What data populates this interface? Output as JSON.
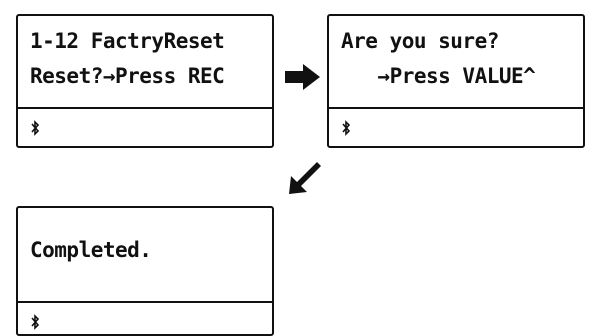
{
  "screens": [
    {
      "name": "factory-reset-screen",
      "line1": "1-12 FactryReset",
      "line2": "Reset?→Press REC",
      "status_icon": "bluetooth-icon"
    },
    {
      "name": "confirm-screen",
      "line1": "Are you sure?",
      "line2": "   →Press VALUE^",
      "status_icon": "bluetooth-icon"
    },
    {
      "name": "completed-screen",
      "line1": "",
      "line2": "Completed.",
      "status_icon": "bluetooth-icon"
    }
  ],
  "arrows": [
    {
      "direction": "right",
      "icon": "arrow-right-icon"
    },
    {
      "direction": "down-left",
      "icon": "arrow-down-left-icon"
    }
  ],
  "colors": {
    "foreground": "#111111",
    "background": "#ffffff"
  }
}
